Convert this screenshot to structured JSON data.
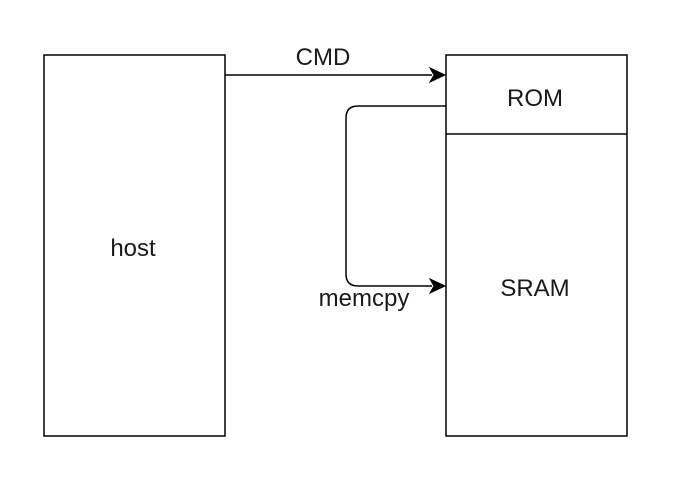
{
  "diagram": {
    "nodes": {
      "host": "host",
      "rom": "ROM",
      "sram": "SRAM"
    },
    "edges": {
      "cmd": "CMD",
      "memcpy": "memcpy"
    }
  }
}
